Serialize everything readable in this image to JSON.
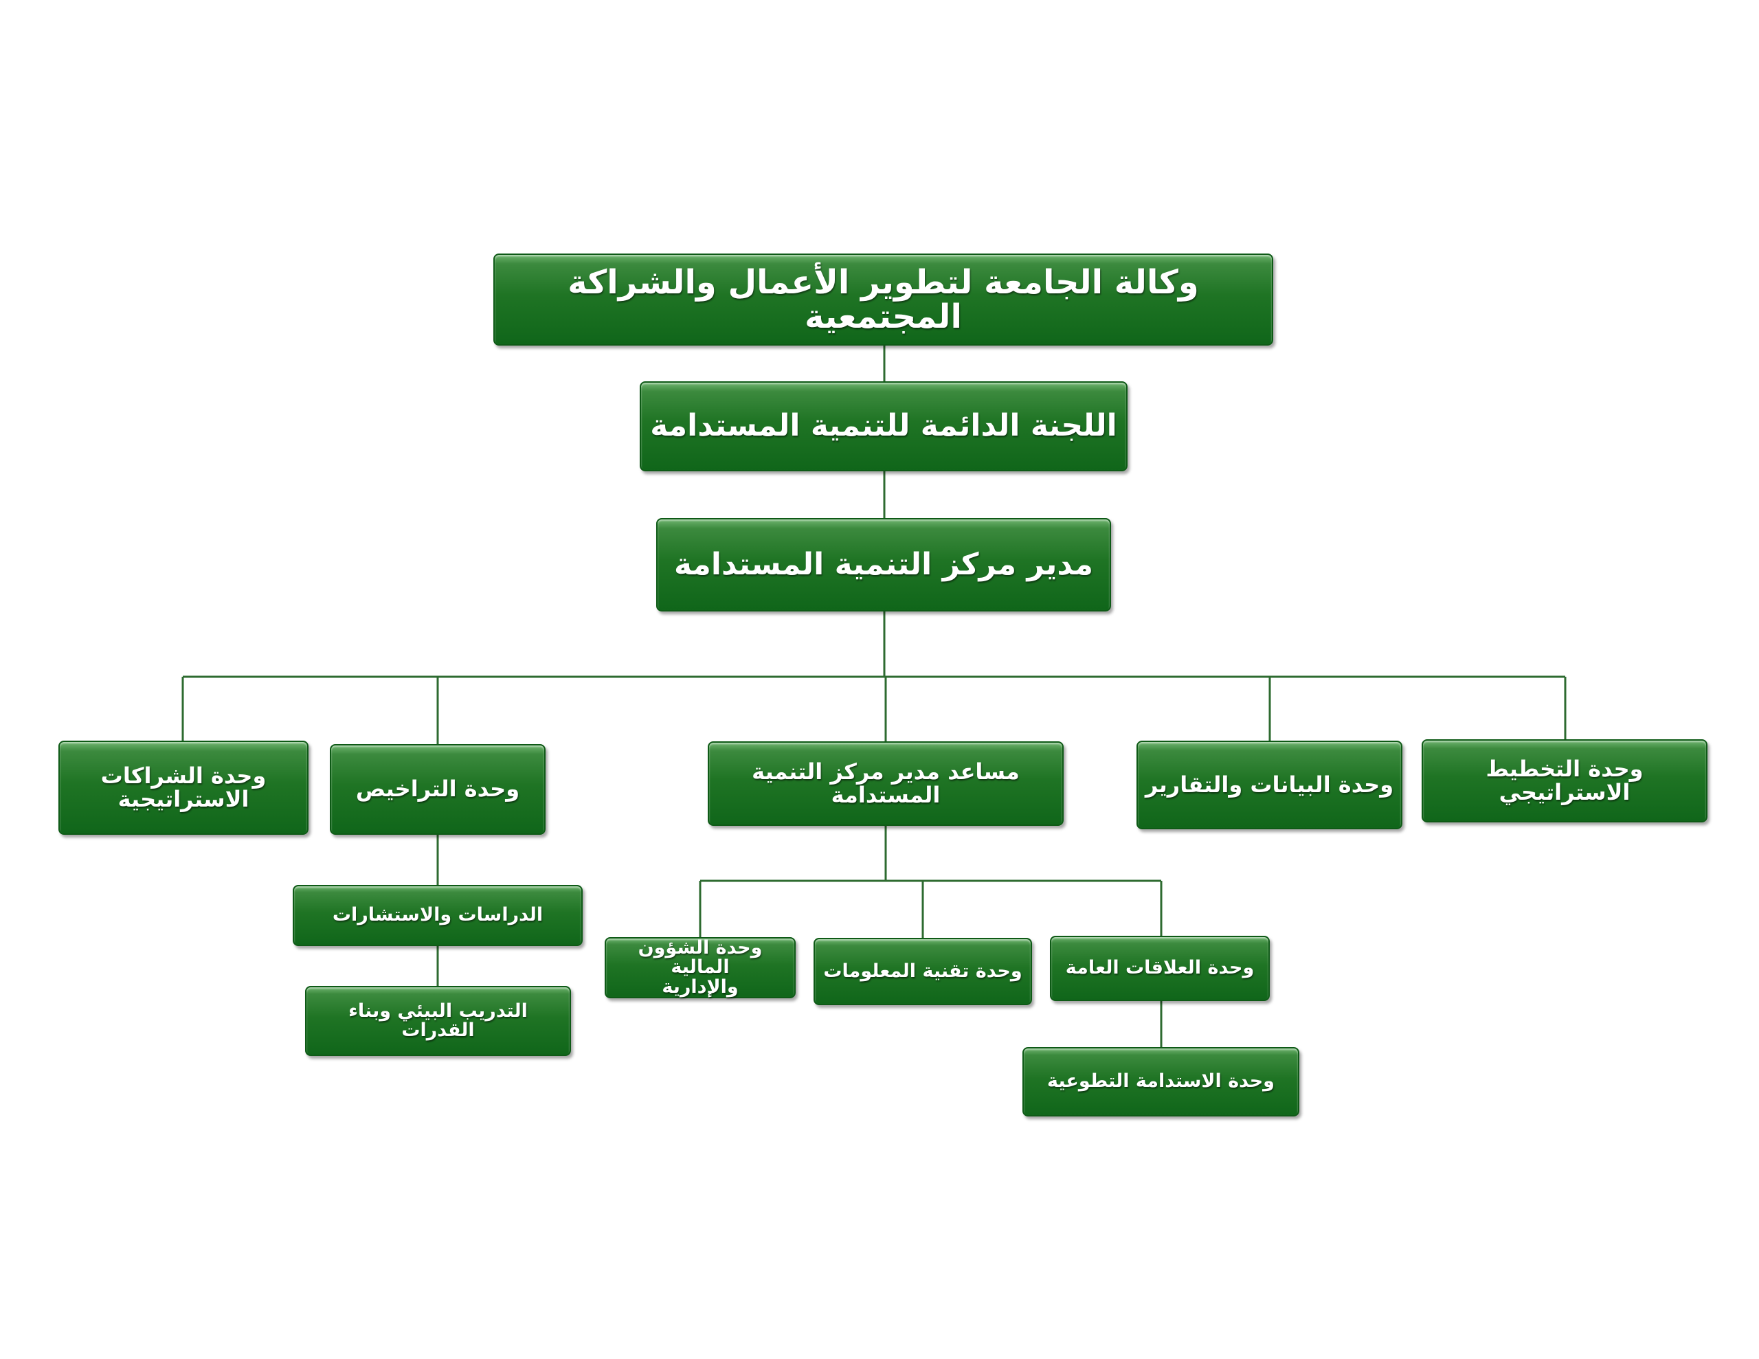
{
  "org_chart": {
    "agency": "وكالة الجامعة لتطوير الأعمال والشراكة المجتمعية",
    "committee": "اللجنة الدائمة للتنمية المستدامة",
    "director": "مدير مركز التنمية المستدامة",
    "units": {
      "partnerships": "وحدة الشراكات الاستراتيجية",
      "licenses": "وحدة التراخيص",
      "assistant_director": "مساعد مدير مركز التنمية المستدامة",
      "data_reports": "وحدة البيانات والتقارير",
      "strategic_planning": "وحدة التخطيط الاستراتيجي"
    },
    "licenses_children": {
      "studies": "الدراسات والاستشارات",
      "training": "التدريب البيئي وبناء القدرات"
    },
    "assistant_children": {
      "finance_admin": "وحدة الشؤون المالية والإدارية",
      "it": "وحدة تقنية المعلومات",
      "public_relations": "وحدة العلاقات العامة"
    },
    "pr_children": {
      "volunteer": "وحدة الاستدامة التطوعية"
    }
  },
  "colors": {
    "box": "#1f7424",
    "line": "#2e6b30"
  }
}
